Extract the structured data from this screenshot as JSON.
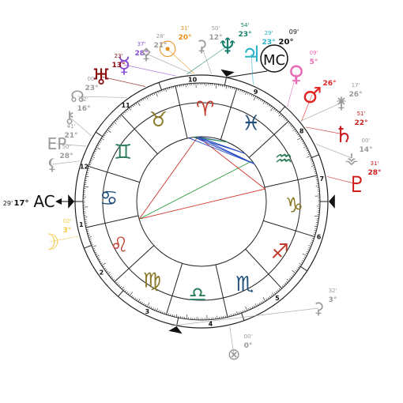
{
  "angles": {
    "ac_label": "AC",
    "mc_label": "MC"
  },
  "houses": {
    "cusps_lon": [
      107.29,
      129,
      156,
      186,
      217,
      254,
      287.29,
      309,
      336,
      6,
      37,
      74
    ],
    "numbers": [
      "1",
      "2",
      "3",
      "4",
      "5",
      "6",
      "7",
      "8",
      "9",
      "10",
      "11",
      "12"
    ]
  },
  "signs": [
    {
      "glyph": "♈",
      "name": "aries",
      "color": "#c0392b"
    },
    {
      "glyph": "♉",
      "name": "taurus",
      "color": "#8a7a2a"
    },
    {
      "glyph": "♊",
      "name": "gemini",
      "color": "#2e7d5b"
    },
    {
      "glyph": "♋",
      "name": "cancer",
      "color": "#1f4e79"
    },
    {
      "glyph": "♌",
      "name": "leo",
      "color": "#c0392b"
    },
    {
      "glyph": "♍",
      "name": "virgo",
      "color": "#8a7a2a"
    },
    {
      "glyph": "♎",
      "name": "libra",
      "color": "#2e7d5b"
    },
    {
      "glyph": "♏",
      "name": "scorpio",
      "color": "#1f4e79"
    },
    {
      "glyph": "♐",
      "name": "sagittarius",
      "color": "#c0392b"
    },
    {
      "glyph": "♑",
      "name": "capricorn",
      "color": "#8a7a2a"
    },
    {
      "glyph": "♒",
      "name": "aquarius",
      "color": "#2e7d5b"
    },
    {
      "glyph": "♓",
      "name": "pisces",
      "color": "#1f4e79"
    }
  ],
  "points": [
    {
      "id": "sun",
      "glyph": "☉",
      "deg": "20°",
      "min": "31'",
      "color": "#e8901a",
      "lon": 20.52
    },
    {
      "id": "moon",
      "glyph": "☽",
      "deg": "3°",
      "min": "02'",
      "color": "#f3c948",
      "lon": 123.03
    },
    {
      "id": "mercury",
      "glyph": "☿",
      "deg": "28°",
      "min": "37'",
      "color": "#8a4fd6",
      "lon": 28.62
    },
    {
      "id": "venus",
      "glyph": "♀",
      "deg": "5°",
      "min": "09'",
      "color": "#e86ab5",
      "lon": 335.15
    },
    {
      "id": "mars",
      "glyph": "♂",
      "deg": "26°",
      "min": "",
      "color": "#e02424",
      "lon": 326
    },
    {
      "id": "jupiter",
      "glyph": "♃",
      "deg": "23°",
      "min": "29'",
      "color": "#2bb3c8",
      "lon": 353.48
    },
    {
      "id": "saturn",
      "glyph": "♄",
      "deg": "22°",
      "min": "51'",
      "color": "#c81e1e",
      "lon": 322.85
    },
    {
      "id": "uranus",
      "glyph": "♅",
      "deg": "13°",
      "min": "23'",
      "color": "#8b0d0d",
      "lon": 43.38
    },
    {
      "id": "neptune",
      "glyph": "♆",
      "deg": "23°",
      "min": "54'",
      "color": "#17806d",
      "lon": 23.9
    },
    {
      "id": "pluto",
      "glyph": "♇",
      "deg": "28°",
      "min": "31'",
      "color": "#d01a1a",
      "lon": 298.52
    },
    {
      "id": "ceres",
      "glyph": "⚳",
      "deg": "12°",
      "min": "50'",
      "color": "#9a9a9a",
      "lon": 12.83
    },
    {
      "id": "pallas",
      "glyph": "⚴",
      "deg": "21°",
      "min": "28'",
      "color": "#9a9a9a",
      "lon": 21.47
    },
    {
      "id": "node",
      "glyph": "☊",
      "deg": "23°",
      "min": "00'",
      "color": "#9a9a9a",
      "lon": 53
    },
    {
      "id": "chiron",
      "glyph": "⚷",
      "deg": "16°",
      "min": "32'",
      "color": "#9a9a9a",
      "lon": 76.53
    },
    {
      "id": "juno",
      "glyph": "⚵",
      "deg": "26°",
      "min": "17'",
      "color": "#9a9a9a",
      "lon": 326.28
    },
    {
      "id": "vesta",
      "glyph": "⚶",
      "deg": "14°",
      "min": "00'",
      "color": "#9a9a9a",
      "lon": 314
    },
    {
      "id": "fortune",
      "glyph": "⊗",
      "deg": "0°",
      "min": "00'",
      "color": "#9a9a9a",
      "lon": 210
    },
    {
      "id": "vertex",
      "glyph": "EP",
      "deg": "21°",
      "min": "41'",
      "color": "#9a9a9a",
      "lon": 81.68
    },
    {
      "id": "lilith",
      "glyph": "⚸",
      "deg": "28°",
      "min": "50'",
      "color": "#9a9a9a",
      "lon": 88.83
    },
    {
      "id": "priapus",
      "glyph": "⚳",
      "deg": "3°",
      "min": "32'",
      "color": "#9a9a9a",
      "lon": 183.53
    }
  ],
  "ac": {
    "deg": "17°",
    "min": "29'"
  },
  "mc": {
    "deg": "20°",
    "min": "09'"
  }
}
